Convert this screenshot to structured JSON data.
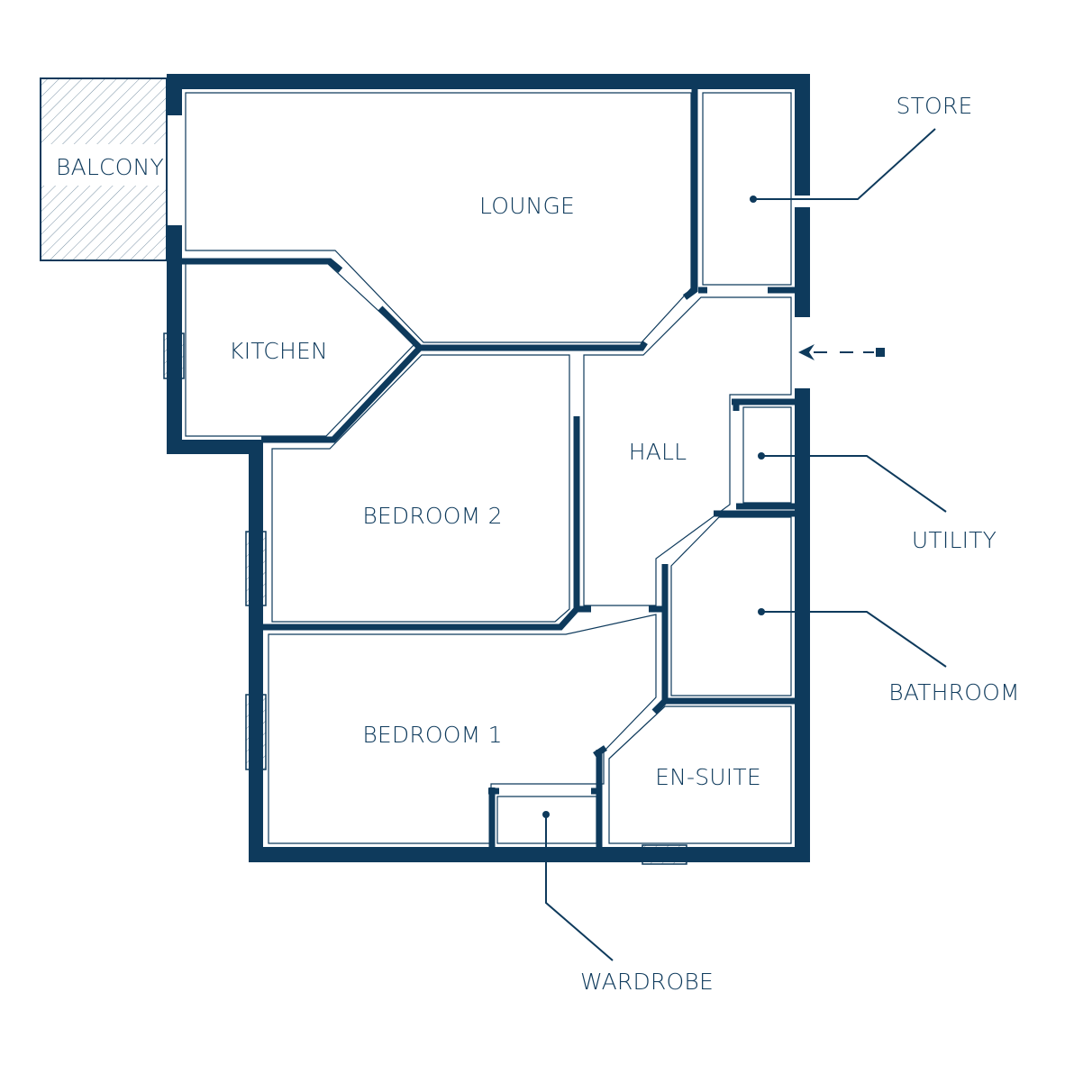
{
  "plan": {
    "colors": {
      "wall": "#0e3a5c",
      "background": "#ffffff"
    },
    "rooms": {
      "balcony": "BALCONY",
      "lounge": "LOUNGE",
      "store": "STORE",
      "kitchen": "KITCHEN",
      "hall": "HALL",
      "bedroom_2": "BEDROOM 2",
      "utility": "UTILITY",
      "bathroom": "BATHROOM",
      "bedroom_1": "BEDROOM 1",
      "en_suite": "EN-SUITE",
      "wardrobe": "WARDROBE"
    },
    "icons": {
      "entrance": "entrance-arrow-icon"
    }
  }
}
